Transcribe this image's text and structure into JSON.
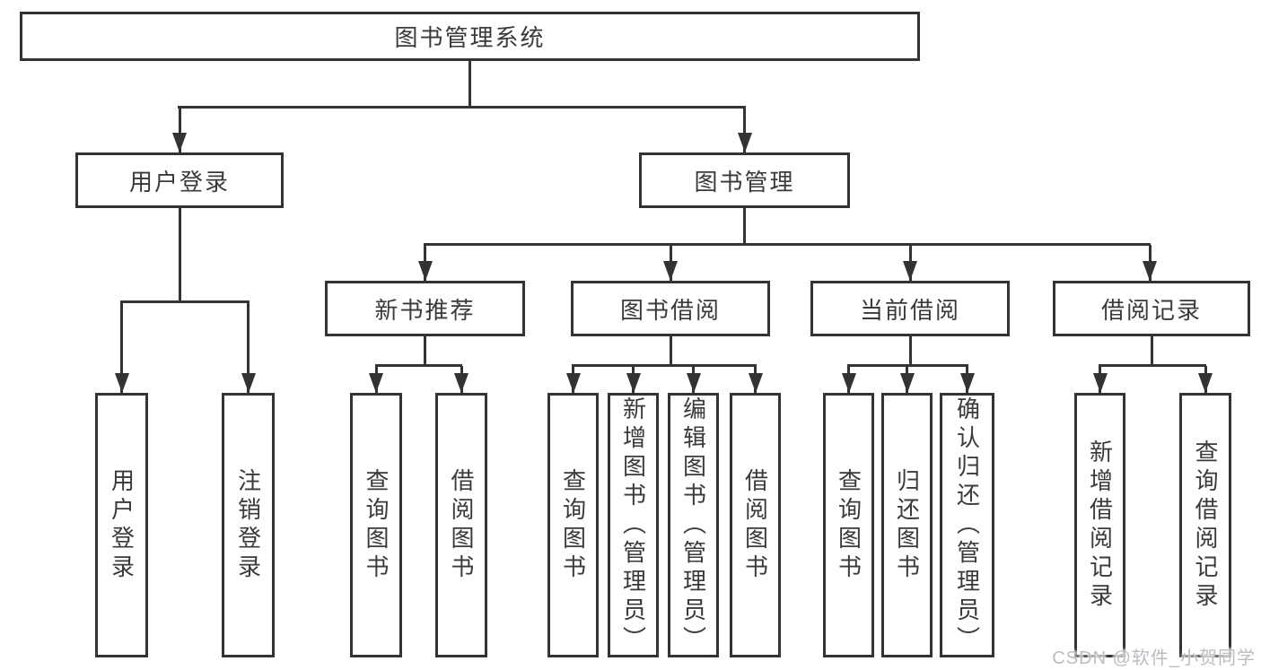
{
  "diagram": {
    "tree": {
      "label": "图书管理系统",
      "children": [
        {
          "label": "用户登录",
          "children": [
            {
              "label": "用户登录"
            },
            {
              "label": "注销登录"
            }
          ]
        },
        {
          "label": "图书管理",
          "children": [
            {
              "label": "新书推荐",
              "children": [
                {
                  "label": "查询图书"
                },
                {
                  "label": "借阅图书"
                }
              ]
            },
            {
              "label": "图书借阅",
              "children": [
                {
                  "label": "查询图书"
                },
                {
                  "label": "新增图书（管理员）"
                },
                {
                  "label": "编辑图书（管理员）"
                },
                {
                  "label": "借阅图书"
                }
              ]
            },
            {
              "label": "当前借阅",
              "children": [
                {
                  "label": "查询图书"
                },
                {
                  "label": "归还图书"
                },
                {
                  "label": "确认归还（管理员）"
                }
              ]
            },
            {
              "label": "借阅记录",
              "children": [
                {
                  "label": "新增借阅记录"
                },
                {
                  "label": "查询借阅记录"
                }
              ]
            }
          ]
        }
      ]
    }
  },
  "watermark": {
    "text": "CSDN @软件_小贺同学"
  },
  "colors": {
    "line": "#333333",
    "box_border": "#333333",
    "text": "#3a3a3a",
    "background": "#ffffff",
    "watermark": "#b9bdc2"
  }
}
